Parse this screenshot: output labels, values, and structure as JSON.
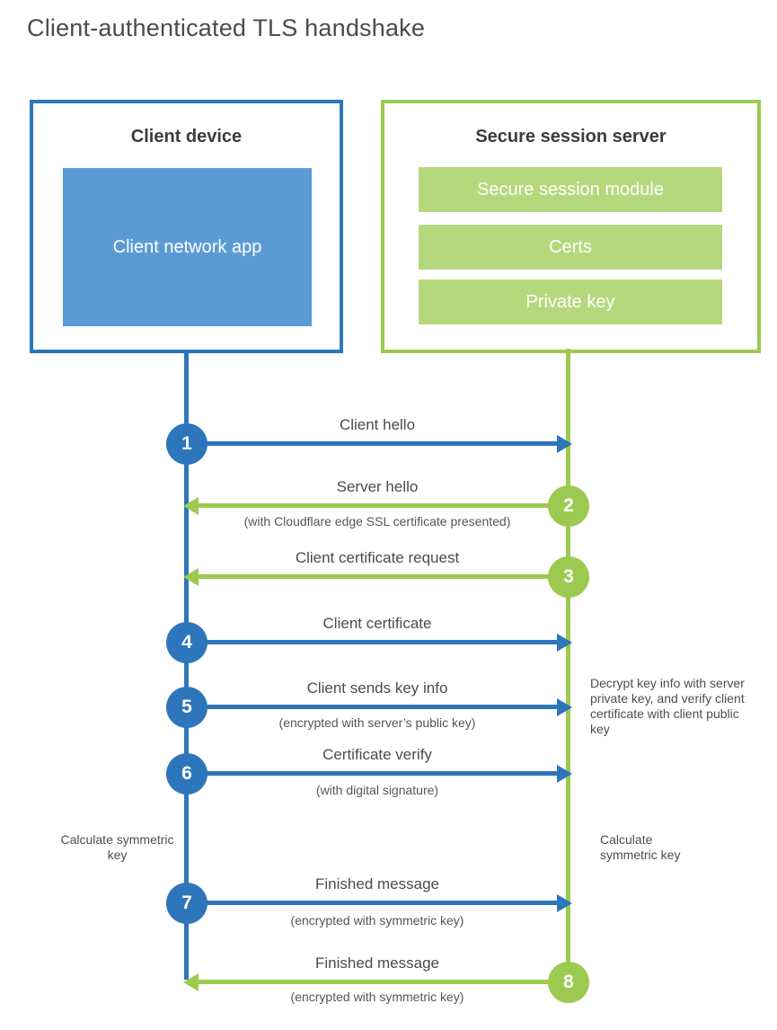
{
  "title": "Client-authenticated TLS handshake",
  "colors": {
    "blue": "#2e76bc",
    "blue_fill": "#5b9bd5",
    "green": "#9cca50",
    "green_fill": "#b6d87d",
    "text": "#4b4b4b"
  },
  "client": {
    "title": "Client device",
    "app_label": "Client network app"
  },
  "server": {
    "title": "Secure session server",
    "modules": [
      "Secure session module",
      "Certs",
      "Private key"
    ]
  },
  "steps": [
    {
      "num": "1",
      "actor": "client",
      "direction": "right",
      "label": "Client hello",
      "sublabel": ""
    },
    {
      "num": "2",
      "actor": "server",
      "direction": "left",
      "label": "Server hello",
      "sublabel": "(with Cloudflare edge SSL certificate presented)"
    },
    {
      "num": "3",
      "actor": "server",
      "direction": "left",
      "label": "Client certificate request",
      "sublabel": ""
    },
    {
      "num": "4",
      "actor": "client",
      "direction": "right",
      "label": "Client certificate",
      "sublabel": ""
    },
    {
      "num": "5",
      "actor": "client",
      "direction": "right",
      "label": "Client sends key info",
      "sublabel": "(encrypted with server’s public key)"
    },
    {
      "num": "6",
      "actor": "client",
      "direction": "right",
      "label": "Certificate verify",
      "sublabel": "(with digital signature)"
    },
    {
      "num": "7",
      "actor": "client",
      "direction": "right",
      "label": "Finished message",
      "sublabel": "(encrypted with symmetric key)"
    },
    {
      "num": "8",
      "actor": "server",
      "direction": "left",
      "label": "Finished message",
      "sublabel": "(encrypted with symmetric key)"
    }
  ],
  "notes": {
    "decrypt": "Decrypt key info with server private key, and verify client certificate with client public key",
    "calc_left": "Calculate symmetric key",
    "calc_right": "Calculate symmetric key"
  }
}
